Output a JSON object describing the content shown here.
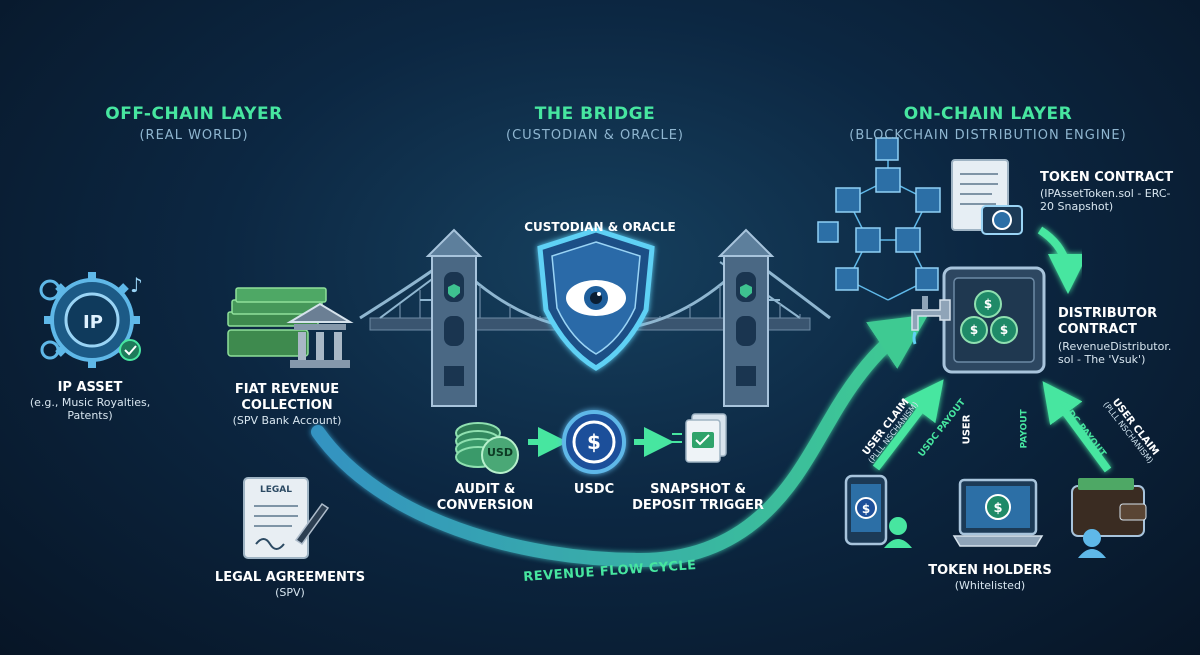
{
  "colors": {
    "accent_green": "#47e6a0",
    "teal": "#38d6c0",
    "subtle_text": "#8fb6d0",
    "background": "#0c2742"
  },
  "off_chain": {
    "title": "OFF-CHAIN LAYER",
    "subtitle": "(REAL WORLD)",
    "ip_asset": {
      "icon": "ip-gear-icon",
      "icon_text": "IP",
      "label": "IP ASSET",
      "detail": "(e.g., Music Royalties, Patents)"
    },
    "fiat": {
      "icon": "cash-bank-icon",
      "label": "FIAT REVENUE COLLECTION",
      "detail": "(SPV Bank Account)"
    },
    "legal": {
      "icon": "legal-document-icon",
      "doc_text": "LEGAL",
      "label": "LEGAL AGREEMENTS",
      "detail": "(SPV)"
    }
  },
  "bridge": {
    "title": "THE BRIDGE",
    "subtitle": "(CUSTODIAN & ORACLE)",
    "caption": "CUSTODIAN & ORACLE",
    "icons": [
      "suspension-bridge-icon",
      "shield-eye-icon"
    ],
    "steps": [
      {
        "icon": "usd-coins-icon",
        "coin_text": "USD",
        "label": "AUDIT & CONVERSION"
      },
      {
        "icon": "usdc-coin-icon",
        "label": "USDC"
      },
      {
        "icon": "snapshot-document-icon",
        "label": "SNAPSHOT & DEPOSIT TRIGGER"
      }
    ]
  },
  "on_chain": {
    "title": "ON-CHAIN LAYER",
    "subtitle": "(BLOCKCHAIN DISTRIBUTION ENGINE)",
    "token_contract": {
      "icon": "contract-camera-icon",
      "title": "TOKEN CONTRACT",
      "detail": "(IPAssetToken.sol - ERC-20 Snapshot)"
    },
    "distributor": {
      "icon": "vault-faucet-icon",
      "title": "DISTRIBUTOR CONTRACT",
      "detail": "(RevenueDistributor. sol - The 'Vsuk')"
    },
    "claims": [
      {
        "title": "USER CLAIM",
        "sub": "(PLLL NSCHANISM)",
        "payout": "USDC PAYOUT"
      },
      {
        "title": "USER",
        "payout": "PAYOUT"
      },
      {
        "title": "USER CLAIM",
        "sub": "(PLLL NSCHANISM)",
        "payout": "USDC PAYOUT"
      }
    ],
    "holders": {
      "icons": [
        "phone-user-icon",
        "laptop-coin-icon",
        "wallet-user-icon"
      ],
      "title": "TOKEN HOLDERS",
      "detail": "(Whitelisted)"
    }
  },
  "flow_label": "REVENUE FLOW CYCLE"
}
